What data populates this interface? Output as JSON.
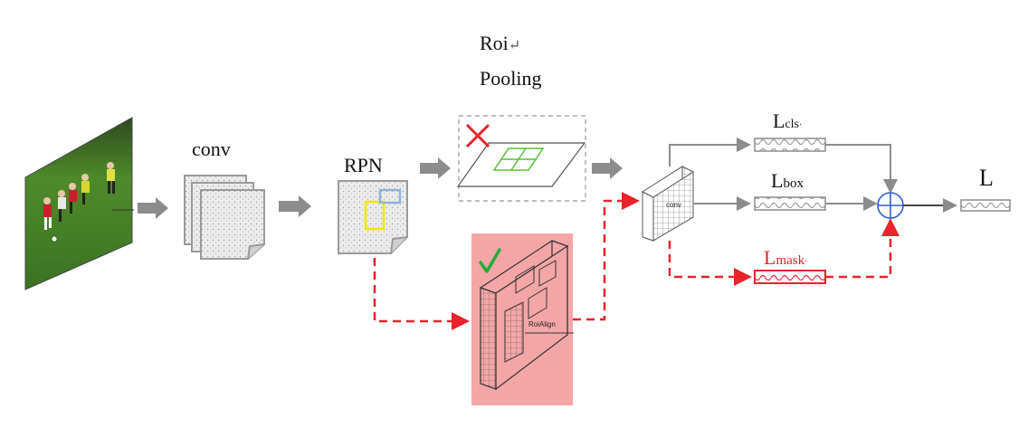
{
  "labels": {
    "roi_line1": "Roi",
    "roi_mark": "↵",
    "roi_line2": "Pooling",
    "conv": "conv",
    "rpn": "RPN",
    "conv_small": "conv",
    "roialign": "RoiAlign",
    "L_main": "L",
    "L_total": "L",
    "sub_cls": "cls",
    "sub_box": "box",
    "sub_mask": "mask",
    "sub_dot": "·"
  },
  "colors": {
    "arrow_gray": "#8c8c8c",
    "dashed_red": "#e8232a",
    "roialign_bg": "#f4a6a6",
    "cross_red": "#e8232a",
    "check_green": "#1fae3a",
    "grid_green": "#59c234",
    "plus_blue": "#2f5bd6",
    "rpn_blue": "#8fb3d9",
    "rpn_yellow": "#f2e600"
  },
  "icons": {
    "input_image": "soccer-photo",
    "cross": "x-mark-icon",
    "check": "check-mark-icon",
    "sum": "circle-plus-icon"
  }
}
